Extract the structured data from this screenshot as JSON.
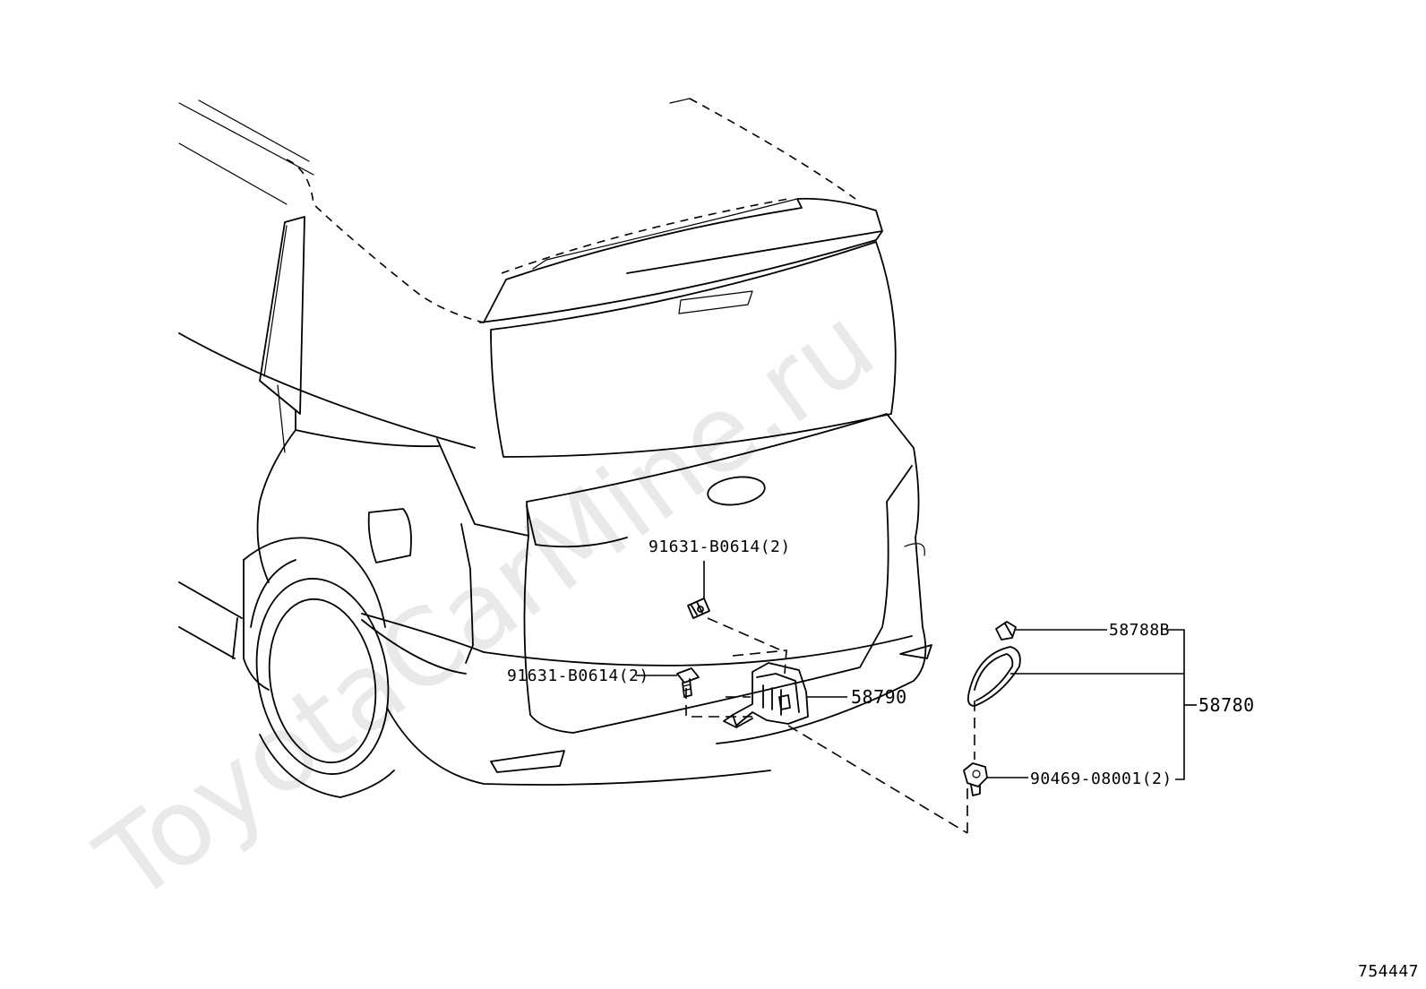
{
  "watermark": "ToyotaCarMine.ru",
  "diagram_id": "754447",
  "callouts": {
    "bolt_upper": "91631-B0614(2)",
    "bolt_lower": "91631-B0614(2)",
    "bracket": "58790",
    "cap_part": "58788B",
    "assembly": "58780",
    "clip": "90469-08001(2)"
  }
}
